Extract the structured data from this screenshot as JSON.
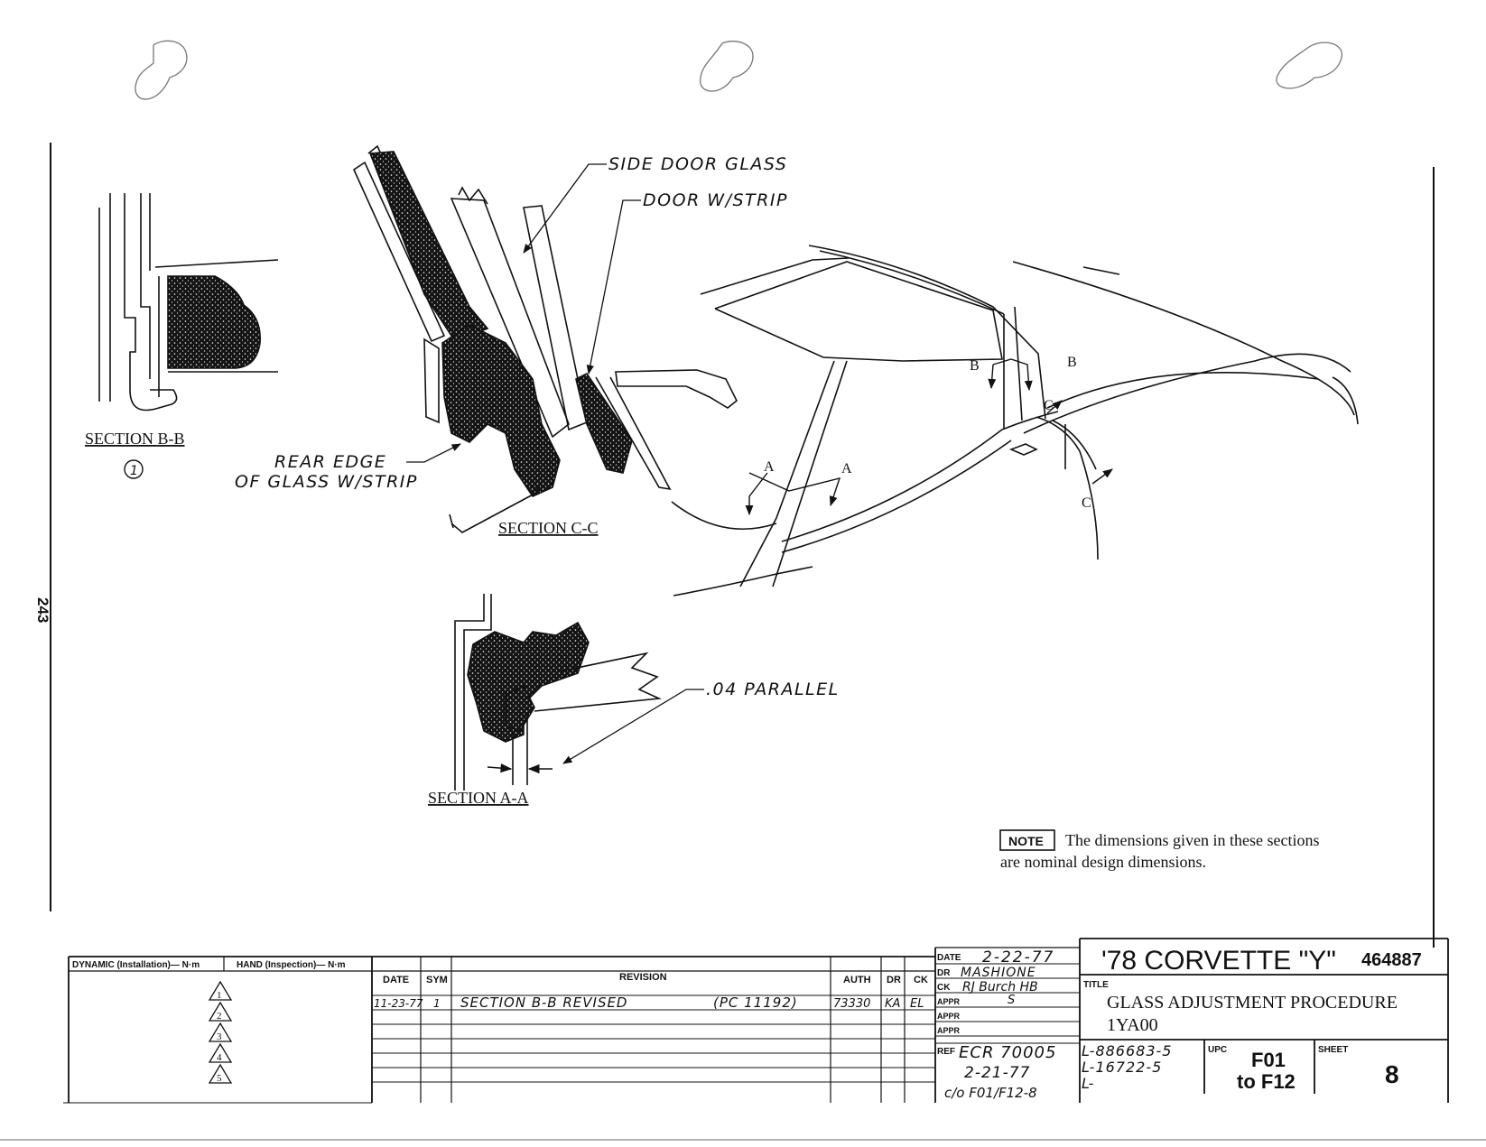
{
  "page_number": "243",
  "labels": {
    "side_door_glass": "SIDE DOOR GLASS",
    "door_wstrip": "DOOR W/STRIP",
    "rear_edge_1": "REAR EDGE",
    "rear_edge_2": "OF GLASS W/STRIP",
    "section_bb": "SECTION B-B",
    "section_bb_rev": "1",
    "section_cc": "SECTION C-C",
    "section_aa": "SECTION A-A",
    "parallel": ".04 PARALLEL",
    "cut_a1": "A",
    "cut_a2": "A",
    "cut_b1": "B",
    "cut_b2": "B",
    "cut_c1": "C",
    "cut_c2": "C"
  },
  "note": {
    "tag": "NOTE",
    "line1": "The dimensions given in these sections",
    "line2": "are nominal design dimensions."
  },
  "title_block": {
    "torque_dynamic": "DYNAMIC (Installation)— N·m",
    "torque_hand": "HAND (Inspection)— N·m",
    "triangles": [
      "1",
      "2",
      "3",
      "4",
      "5"
    ],
    "hdr_date": "DATE",
    "hdr_sym": "SYM",
    "hdr_revision": "REVISION",
    "hdr_auth": "AUTH",
    "hdr_dr": "DR",
    "hdr_ck": "CK",
    "rev_date": "11-23-77",
    "rev_sym": "1",
    "rev_text": "SECTION B-B REVISED",
    "rev_pc": "(PC 11192)",
    "rev_auth": "73330",
    "rev_dr": "KA",
    "rev_ck": "EL",
    "date_label": "DATE",
    "date_value": "2-22-77",
    "dr_label": "DR",
    "dr_value": "MASHIONE",
    "ck_label": "CK",
    "ck_value": "RJ Burch HB",
    "appr1_label": "APPR",
    "appr1_value": "S",
    "appr2_label": "APPR",
    "appr3_label": "APPR",
    "ref_label": "REF",
    "ref_line1": "ECR 70005",
    "ref_line2": "2-21-77",
    "ref_line3": "c/o F01/F12-8",
    "part_line1": "L-886683-5",
    "part_line2": "L-16722-5",
    "part_line3": "L-",
    "vehicle": "'78 CORVETTE \"Y\"",
    "drawing_no": "464887",
    "title_label": "TITLE",
    "title_line1": "GLASS ADJUSTMENT PROCEDURE",
    "title_line2": "1YA00",
    "upc_label": "UPC",
    "upc_line1": "F01",
    "upc_line2": "to F12",
    "sheet_label": "SHEET",
    "sheet_value": "8"
  }
}
